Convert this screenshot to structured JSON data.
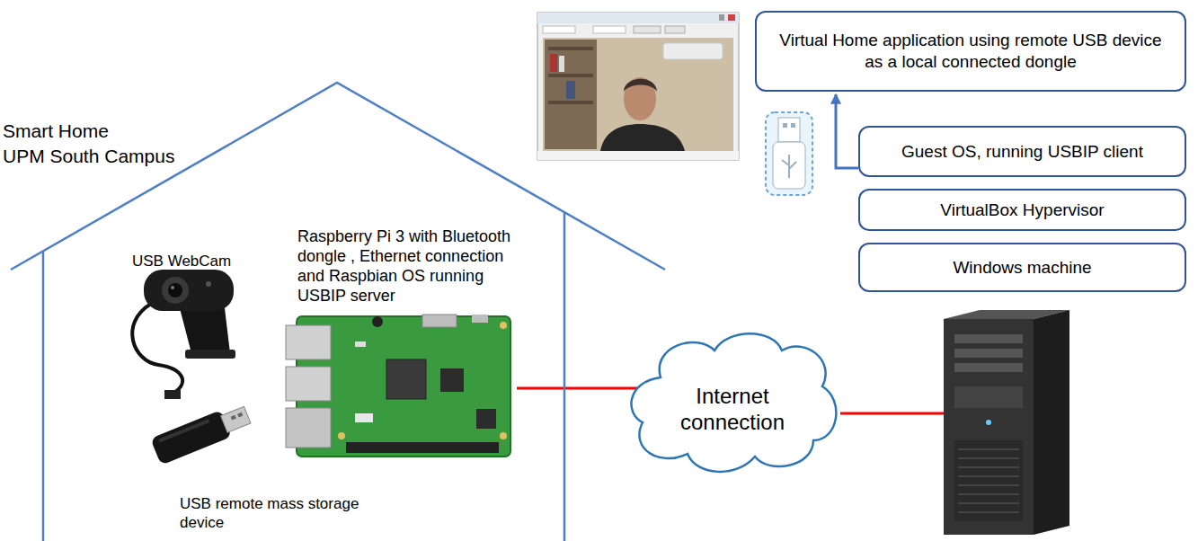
{
  "diagram": {
    "nodes": [
      {
        "text": [
          "Smart Home",
          "UPM South Campus"
        ]
      },
      {
        "text": [
          "Raspberry Pi 3 with Bluetooth dongle , Ethernet connection and Raspbian OS running USBIP server"
        ],
        "in": 0
      },
      {
        "text": [
          "Internet connection"
        ]
      },
      {
        "text": [
          "Virtual Home application using remote USB device as a local connected dongle"
        ]
      },
      {
        "text": [
          "Guest OS, running USBIP client"
        ]
      },
      {
        "text": [
          "VirtualBox Hypervisor"
        ]
      },
      {
        "text": [
          "Windows machine"
        ]
      }
    ],
    "edges": [
      {
        "from": 1,
        "to": 2,
        "arrow": "none"
      },
      {
        "from": 4,
        "to": 3,
        "arrow": "to"
      }
    ],
    "labels": [
      "USB WebCam",
      "USB remote mass storage device"
    ]
  }
}
